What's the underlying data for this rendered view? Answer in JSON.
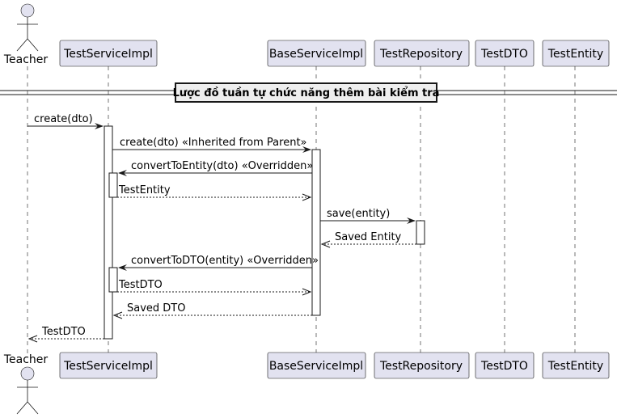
{
  "diagram": {
    "type": "sequence",
    "divider_title": "Lược đồ tuần tự chức năng thêm bài kiểm tra",
    "participants": [
      {
        "id": "teacher",
        "label": "Teacher",
        "kind": "actor"
      },
      {
        "id": "tsi",
        "label": "TestServiceImpl",
        "kind": "participant"
      },
      {
        "id": "bsi",
        "label": "BaseServiceImpl",
        "kind": "participant"
      },
      {
        "id": "repo",
        "label": "TestRepository",
        "kind": "participant"
      },
      {
        "id": "dto",
        "label": "TestDTO",
        "kind": "participant"
      },
      {
        "id": "entity",
        "label": "TestEntity",
        "kind": "participant"
      }
    ],
    "messages": [
      {
        "from": "teacher",
        "to": "tsi",
        "label": "create(dto)",
        "kind": "sync"
      },
      {
        "from": "tsi",
        "to": "bsi",
        "label": "create(dto) «Inherited from Parent»",
        "kind": "sync"
      },
      {
        "from": "bsi",
        "to": "tsi",
        "label": "convertToEntity(dto) «Overridden»",
        "kind": "sync"
      },
      {
        "from": "tsi",
        "to": "bsi",
        "label": "TestEntity",
        "kind": "return"
      },
      {
        "from": "bsi",
        "to": "repo",
        "label": "save(entity)",
        "kind": "sync"
      },
      {
        "from": "repo",
        "to": "bsi",
        "label": "Saved Entity",
        "kind": "return"
      },
      {
        "from": "bsi",
        "to": "tsi",
        "label": "convertToDTO(entity) «Overridden»",
        "kind": "sync"
      },
      {
        "from": "tsi",
        "to": "bsi",
        "label": "TestDTO",
        "kind": "return"
      },
      {
        "from": "bsi",
        "to": "tsi",
        "label": "Saved DTO",
        "kind": "return"
      },
      {
        "from": "tsi",
        "to": "teacher",
        "label": "TestDTO",
        "kind": "return"
      }
    ]
  }
}
